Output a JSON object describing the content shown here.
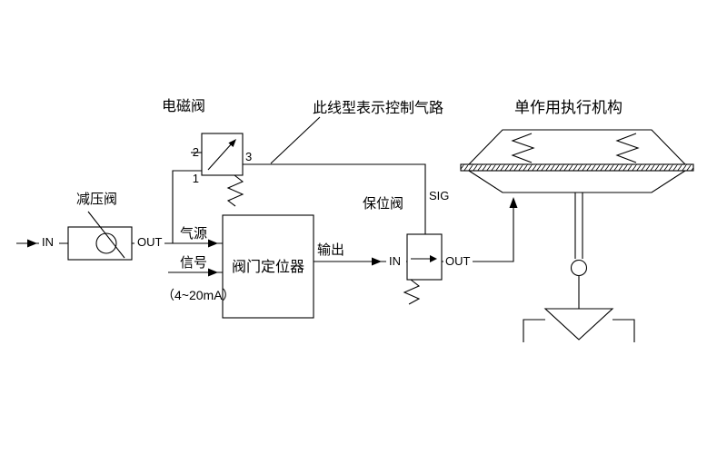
{
  "colors": {
    "line": "#000000",
    "background": "#ffffff"
  },
  "components": {
    "solenoid_valve": {
      "label": "电磁阀",
      "port_top": "2",
      "port_right": "3",
      "port_bottom": "1"
    },
    "note": {
      "text": "此线型表示控制气路"
    },
    "actuator": {
      "label": "单作用执行机构"
    },
    "reducing_valve": {
      "label": "减压阀",
      "in": "IN",
      "out": "OUT"
    },
    "positioner": {
      "label": "阀门定位器",
      "air": "气源",
      "signal": "信号",
      "signal_range": "（4~20mA）",
      "output": "输出"
    },
    "lockup_valve": {
      "label": "保位阀",
      "sig": "SIG",
      "in": "IN",
      "out": "OUT"
    }
  }
}
